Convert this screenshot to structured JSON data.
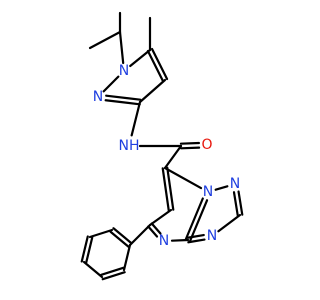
{
  "colors": {
    "carbon_bond": "#000000",
    "nitrogen": "#1f3fe0",
    "oxygen": "#e8160c"
  },
  "atoms": {
    "n_pyrazole_1": "N",
    "n_pyrazole_2": "N",
    "nh_amide": "NH",
    "o_carbonyl": "O",
    "n_bridge": "N",
    "n_triazole_top": "N",
    "n_triazole_right": "N",
    "n_pyrimidine": "N"
  }
}
